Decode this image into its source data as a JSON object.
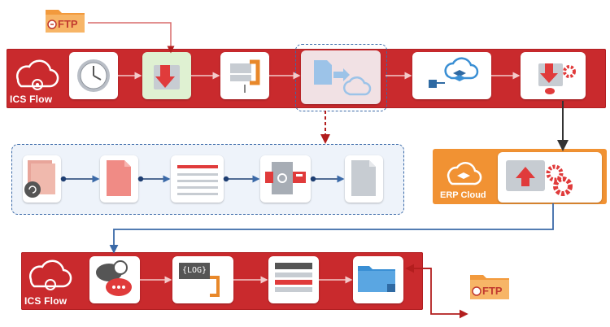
{
  "labels": {
    "flow_top": "ICS Flow",
    "flow_bottom": "ICS Flow",
    "erp": "ERP Cloud",
    "ftp_top": "FTP",
    "ftp_bottom": "FTP",
    "log_tag": "{LOG}"
  },
  "icons": {
    "cloud": "cloud-flow-icon",
    "clock": "clock-icon",
    "download": "download-arrow-icon",
    "clamp": "clamp-icon",
    "file_to_cloud": "file-to-cloud-icon",
    "plug_stack": "plug-stack-icon",
    "download_gear": "download-gear-icon",
    "upload_gear": "upload-gear-icon",
    "chat": "chat-bubbles-icon",
    "log": "log-icon",
    "table": "table-icon",
    "folder_plug": "folder-plug-icon"
  },
  "colors": {
    "band_red": "#c92a2d",
    "erp_orange": "#f19233",
    "link_blue": "#3b6aa8",
    "arrow_dark": "#333333",
    "ftp_link": "#b31e1e"
  }
}
